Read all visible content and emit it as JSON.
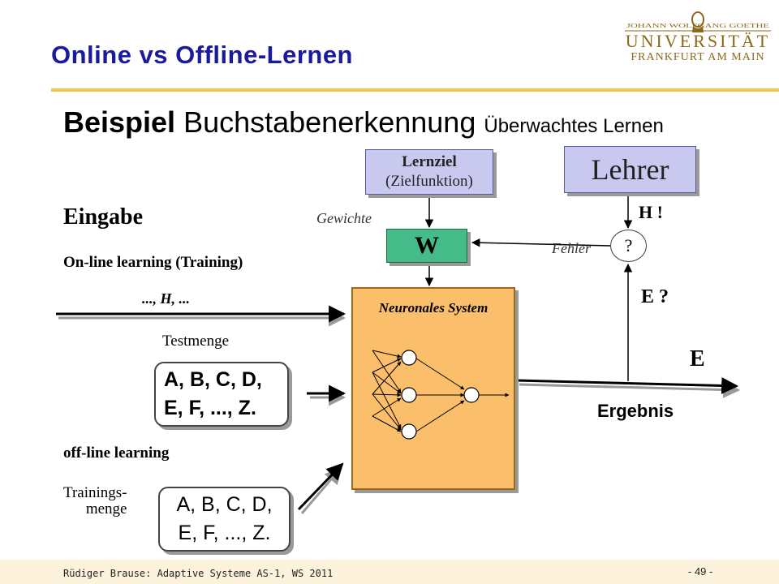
{
  "header": {
    "title": "Online vs Offline-Lernen",
    "logo": {
      "line1": "JOHANN WOLFGANG GOETHE",
      "line2": "UNIVERSITÄT",
      "line3": "FRANKFURT AM MAIN"
    }
  },
  "subtitle": {
    "bold": "Beispiel",
    "main": " Buchstabenerkennung ",
    "small": "Überwachtes Lernen"
  },
  "diagram": {
    "lernziel_line1": "Lernziel",
    "lernziel_line2": "(Zielfunktion)",
    "lehrer": "Lehrer",
    "weights_box": "W",
    "weights_label": "Gewichte",
    "error_label": "Fehler",
    "question": "?",
    "teacher_answer": "H !",
    "output_guess": "E ?",
    "output": "E",
    "result_label": "Ergebnis",
    "neural_system": "Neuronales System",
    "input_heading": "Eingabe",
    "online_label": "On-line learning (Training)",
    "online_sequence": "..., H, ...",
    "test_set_label": "Testmenge",
    "test_set_line1": "A, B, C, D,",
    "test_set_line2": "E, F, ..., Z.",
    "offline_label": "off-line learning",
    "training_set_label": "Trainings-\n   menge",
    "training_set_line1": "A, B, C, D,",
    "training_set_line2": "E, F, ..., Z."
  },
  "footer": {
    "text": "Rüdiger Brause: Adaptive Systeme AS-1, WS 2011",
    "page": "- 49 -"
  },
  "colors": {
    "title": "#1a1a9c",
    "rule": "#f0c64a",
    "lernziel_fill": "#c9c9f0",
    "w_fill": "#44bb88",
    "neural_fill": "#fbbf6b",
    "logo": "#8a6a1a"
  }
}
